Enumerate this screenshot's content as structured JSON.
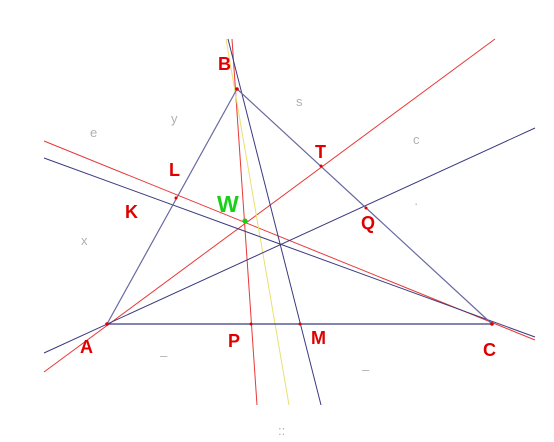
{
  "figure": {
    "colors": {
      "triangle": "#6a6aa0",
      "dark_line": "#3a3a80",
      "red_line": "#e83838",
      "yellow_line": "#e8e070",
      "point_label": "#e00000",
      "center_label": "#18d018",
      "center_point": "#18d018",
      "faint_label": "#b0b0b0"
    },
    "points": {
      "A": "A",
      "B": "B",
      "C": "C",
      "K": "K",
      "L": "L",
      "M": "M",
      "P": "P",
      "Q": "Q",
      "T": "T",
      "W": "W"
    },
    "faint_labels": {
      "e": "e",
      "y": "y",
      "s": "s",
      "c": "c",
      "x": "x",
      "dot1": "·",
      "dash1": "–",
      "dash2": "–",
      "colon": "::"
    }
  }
}
